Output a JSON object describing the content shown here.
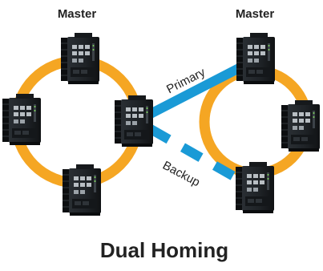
{
  "labels": {
    "master_left": "Master",
    "master_right": "Master",
    "primary": "Primary",
    "backup": "Backup"
  },
  "title": "Dual Homing",
  "colors": {
    "ring": "#F5A623",
    "link": "#1A9AD6",
    "device_body": "#1E2226",
    "device_dark": "#0C0E10",
    "device_port": "#B8BEC3",
    "text": "#222222"
  }
}
